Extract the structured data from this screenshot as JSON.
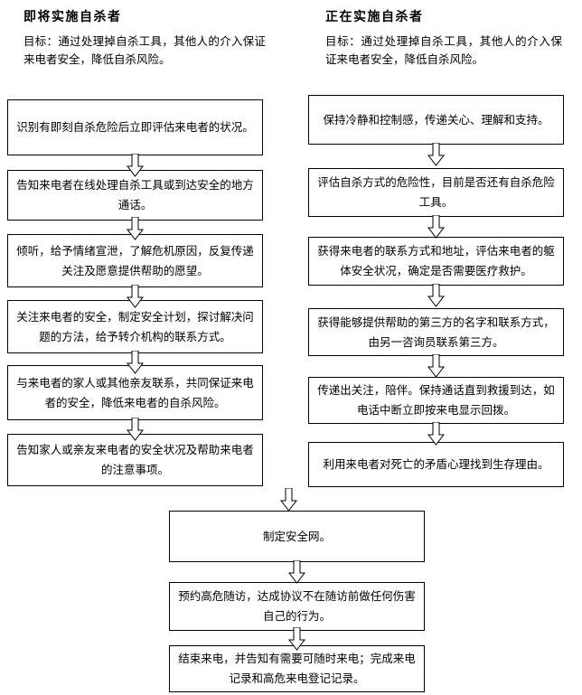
{
  "columns": [
    {
      "id": "imminent",
      "title": "即将实施自杀者",
      "goal": "目标：通过处理掉自杀工具，其他人的介入保证来电者安全，降低自杀风险。",
      "steps": [
        "识别有即刻自杀危险后立即评估来电者的状况。",
        "告知来电者在线处理自杀工具或到达安全的地方通话。",
        "倾听，给予情绪宣泄，了解危机原因，反复传递关注及愿意提供帮助的愿望。",
        "关注来电者的安全，制定安全计划，探讨解决问题的方法，给予转介机构的联系方式。",
        "与来电者的家人或其他亲友联系，共同保证来电者的安全，降低来电者的自杀风险。",
        "告知家人或亲友来电者的安全状况及帮助来电者的注意事项。"
      ]
    },
    {
      "id": "in-progress",
      "title": "正在实施自杀者",
      "goal": "目标：通过处理掉自杀工具，其他人的介入保证来电者安全，降低自杀风险。",
      "steps": [
        "保持冷静和控制感，传递关心、理解和支持。",
        "评估自杀方式的危险性，目前是否还有自杀危险工具。",
        "获得来电者的联系方式和地址，评估来电者的躯体安全状况，确定是否需要医疗救护。",
        "获得能够提供帮助的第三方的名字和联系方式，由另一咨询员联系第三方。",
        "传递出关注，陪伴。保持通话直到救援到达，如电话中断立即按来电显示回拨。",
        "利用来电者对死亡的矛盾心理找到生存理由。"
      ]
    }
  ],
  "shared_steps": [
    "制定安全网。",
    "预约高危随访，达成协议不在随访前做任何伤害自己的行为。",
    "结束来电，并告知有需要可随时来电；完成来电记录和高危来电登记记录。"
  ],
  "colors": {
    "border": "#000000",
    "background": "#ffffff",
    "text": "#000000"
  }
}
